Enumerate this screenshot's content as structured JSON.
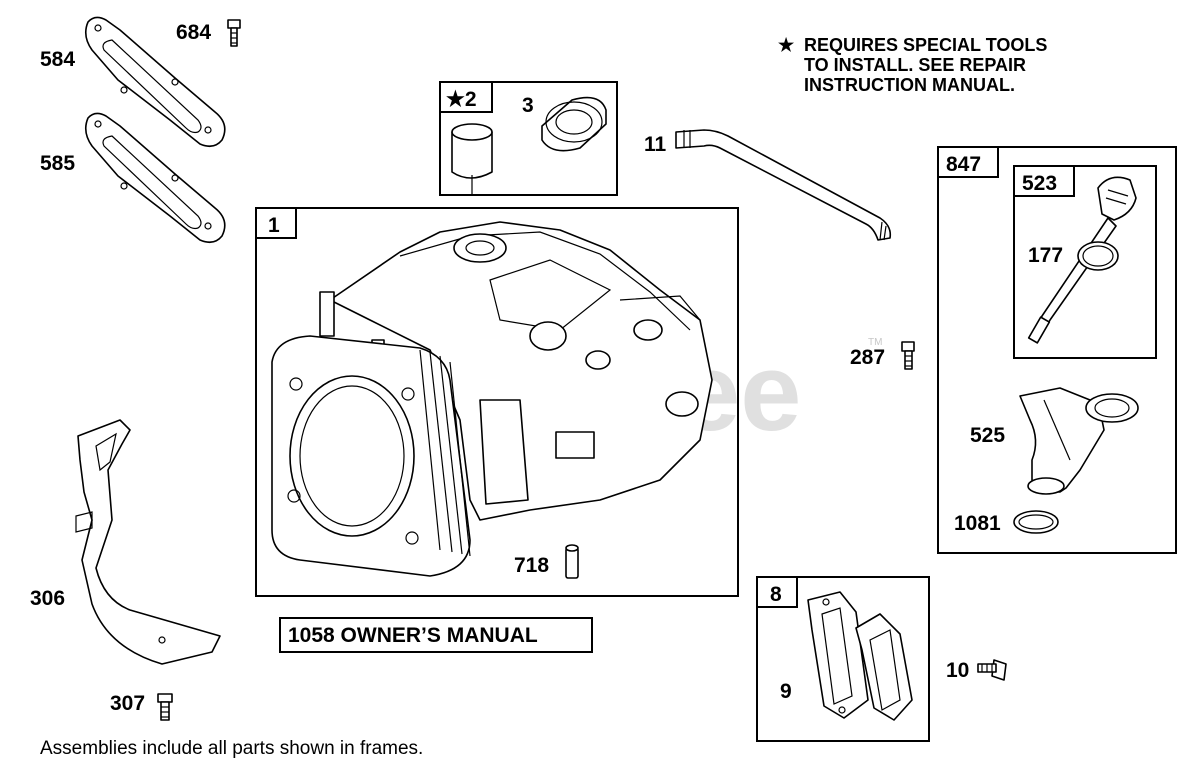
{
  "note": {
    "star": "★",
    "lines": [
      "REQUIRES SPECIAL TOOLS",
      "TO INSTALL.  SEE REPAIR",
      "INSTRUCTION MANUAL."
    ]
  },
  "manual_label": "1058 OWNER’S MANUAL",
  "footer": "Assemblies include all parts shown in frames.",
  "watermark": "PartsTree",
  "watermark_tm": "TM",
  "frames": {
    "f1": "1",
    "f2": "★2",
    "f847": "847",
    "f523": "523",
    "f8": "8"
  },
  "labels": {
    "p684": "684",
    "p584": "584",
    "p585": "585",
    "p3": "3",
    "p11": "11",
    "p177": "177",
    "p287": "287",
    "p525": "525",
    "p1081": "1081",
    "p718": "718",
    "p306": "306",
    "p307": "307",
    "p9": "9",
    "p10": "10"
  }
}
